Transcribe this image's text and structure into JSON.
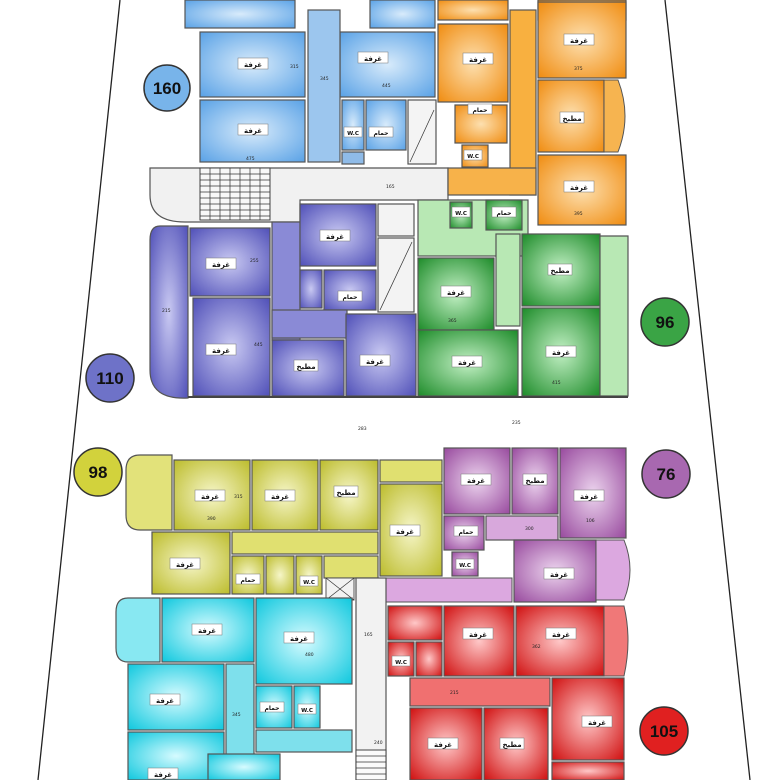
{
  "units": [
    {
      "id": "blue",
      "area": "160",
      "color": "#5aa2e6",
      "badge_fill": "#78b4ea"
    },
    {
      "id": "purple",
      "area": "110",
      "color": "#5c5cc8",
      "badge_fill": "#6e72c8"
    },
    {
      "id": "orange",
      "area": "",
      "color": "#f39a22",
      "badge_fill": "#f39a22"
    },
    {
      "id": "green",
      "area": "96",
      "color": "#2e9e3a",
      "badge_fill": "#3aa445"
    },
    {
      "id": "yellow",
      "area": "98",
      "color": "#c8c83c",
      "badge_fill": "#d2d23c"
    },
    {
      "id": "violet",
      "area": "76",
      "color": "#a05aaa",
      "badge_fill": "#a868b0"
    },
    {
      "id": "cyan",
      "area": "",
      "color": "#22d2e6",
      "badge_fill": "#22d2e6"
    },
    {
      "id": "red",
      "area": "105",
      "color": "#e01e1e",
      "badge_fill": "#e02020"
    }
  ],
  "room_labels": {
    "room": "غرفة",
    "kitchen": "مطبخ",
    "bath": "حمام",
    "wc": "W.C"
  },
  "dims": {
    "corridor_top": "283",
    "corridor_top_right": "235",
    "blue_a": "315",
    "blue_b": "445",
    "blue_c": "345",
    "blue_d": "475",
    "purple_a": "255",
    "purple_b": "215",
    "purple_c": "445",
    "orange_a": "375",
    "orange_b": "395",
    "green_a": "365",
    "green_b": "415",
    "yellow_a": "390",
    "yellow_b": "315",
    "violet_a": "300",
    "violet_b": "106",
    "cyan_a": "480",
    "cyan_b": "345",
    "red_a": "215",
    "red_b": "362",
    "stair_a": "165",
    "stair_b": "240"
  }
}
